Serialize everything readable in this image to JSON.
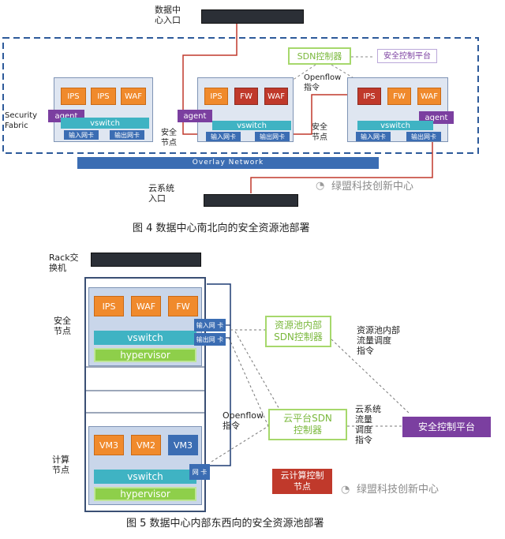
{
  "fig4": {
    "dc_entry": "数据中\n心入口",
    "cloud_entry": "云系统\n入口",
    "security_fabric": "Security\nFabric",
    "sdn_controller": "SDN控制器",
    "security_platform": "安全控制平台",
    "openflow": "Openflow\n指令",
    "security_node_left": "安全\n节点",
    "security_node_right": "安全\n节点",
    "overlay": "Overlay Network",
    "node1": {
      "boxes": [
        "IPS",
        "IPS",
        "WAF"
      ],
      "agent": "agent",
      "vswitch": "vswitch",
      "in_nic": "输入网卡",
      "out_nic": "输出网卡"
    },
    "node2": {
      "boxes": [
        "IPS",
        "FW",
        "WAF"
      ],
      "agent": "agent",
      "vswitch": "vswitch",
      "in_nic": "输入网卡",
      "out_nic": "输出网卡"
    },
    "node3": {
      "boxes": [
        "IPS",
        "FW",
        "WAF"
      ],
      "agent": "agent",
      "vswitch": "vswitch",
      "in_nic": "输入网卡",
      "out_nic": "输出网卡"
    },
    "watermark": "绿盟科技创新中心",
    "caption": "图 4  数据中心南北向的安全资源池部署"
  },
  "fig5": {
    "rack_switch": "Rack交\n换机",
    "security_node": "安全\n节点",
    "compute_node": "计算\n节点",
    "sec_boxes": [
      "IPS",
      "WAF",
      "FW"
    ],
    "vswitch1": "vswitch",
    "hypervisor1": "hypervisor",
    "in_nic": "输入网\n卡",
    "out_nic": "输出网\n卡",
    "pool_sdn": "资源池内部\nSDN控制器",
    "pool_flow": "资源池内部\n流量调度\n指令",
    "cloud_sdn": "云平台SDN\n控制器",
    "cloud_flow": "云系统\n流量\n调度\n指令",
    "openflow": "Openflow\n指令",
    "security_platform": "安全控制平台",
    "vms": [
      "VM3",
      "VM2",
      "VM3"
    ],
    "vswitch2": "vswitch",
    "hypervisor2": "hypervisor",
    "nic": "网\n卡",
    "cloud_compute": "云计算控制\n节点",
    "watermark": "绿盟科技创新中心",
    "caption": "图 5  数据中心内部东西向的安全资源池部署"
  },
  "colors": {
    "orange": "#f08a2c",
    "red": "#c0392b",
    "purple": "#7b3fa0",
    "teal": "#3fb3c3",
    "blue": "#3b6db3",
    "green": "#8ecf4a"
  }
}
